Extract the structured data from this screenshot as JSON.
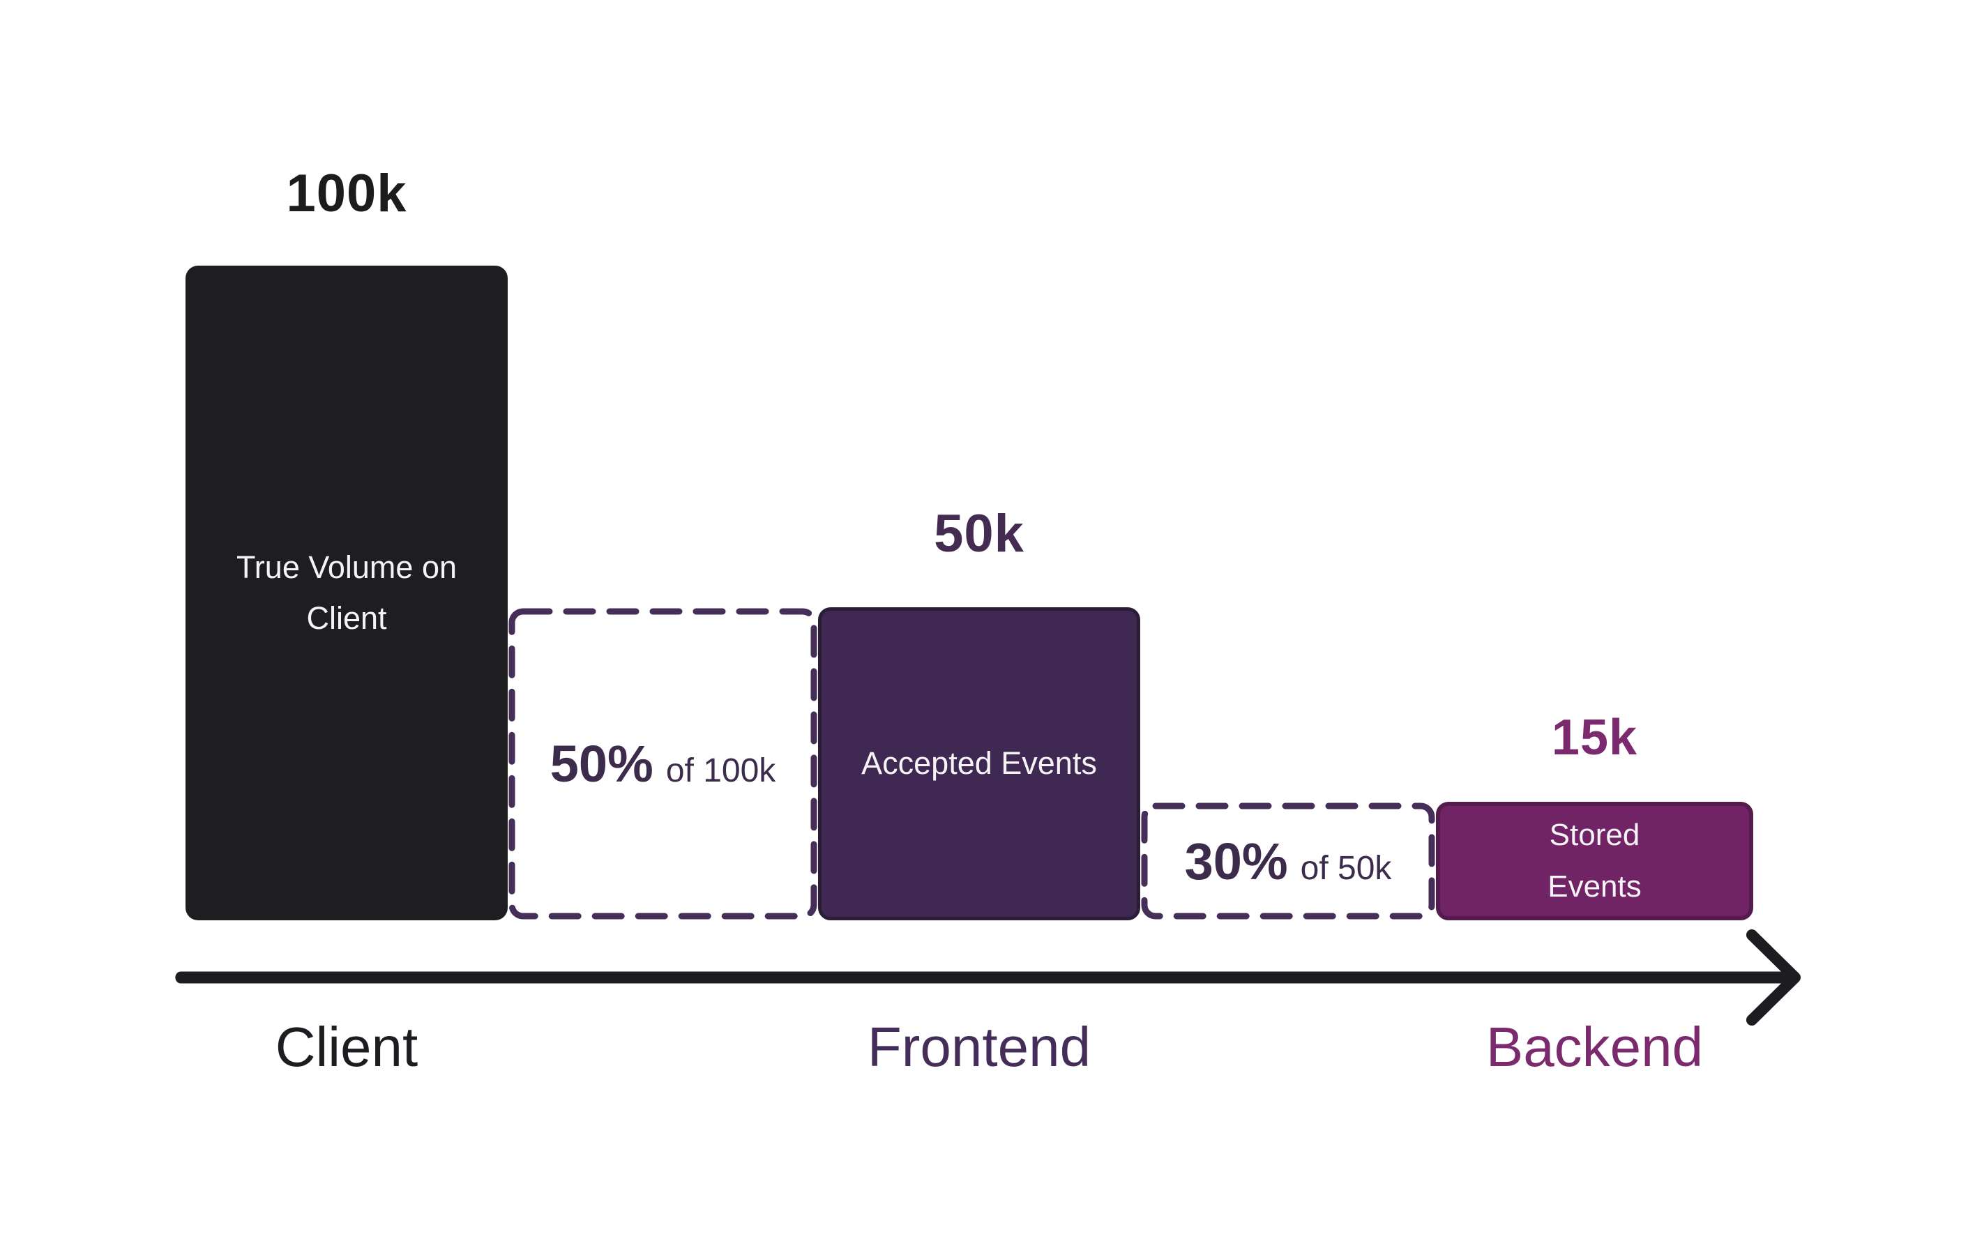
{
  "chart_data": {
    "type": "bar",
    "title": "",
    "xlabel": "",
    "ylabel": "",
    "categories": [
      "Client",
      "Frontend",
      "Backend"
    ],
    "values": [
      100000,
      50000,
      15000
    ],
    "value_labels": [
      "100k",
      "50k",
      "15k"
    ],
    "bar_labels": [
      "True Volume on Client",
      "Accepted Events",
      "Stored Events"
    ],
    "annotations": [
      {
        "between": [
          "Client",
          "Frontend"
        ],
        "text": "50% of 100k"
      },
      {
        "between": [
          "Frontend",
          "Backend"
        ],
        "text": "30% of 50k"
      }
    ],
    "legend": false,
    "grid": false,
    "layout": "funnel of rounded bars along a left-to-right arrow axis"
  },
  "stages": [
    {
      "axis_label": "Client",
      "value_label": "100k",
      "bar_label": "True Volume on Client",
      "bar_color": "#1e1d20"
    },
    {
      "axis_label": "Frontend",
      "value_label": "50k",
      "bar_label": "Accepted Events",
      "bar_color": "#3f2952"
    },
    {
      "axis_label": "Backend",
      "value_label": "15k",
      "bar_label": "Stored Events",
      "bar_color": "#712465"
    }
  ],
  "drops": [
    {
      "percent": "50%",
      "of_text": "of 100k"
    },
    {
      "percent": "30%",
      "of_text": "of 50k"
    }
  ],
  "colors": {
    "background": "#ffffff",
    "client_bar": "#1e1d20",
    "frontend_bar": "#3f2952",
    "frontend_bar_border": "#2b1c38",
    "backend_bar": "#712465",
    "backend_bar_border": "#541b4d",
    "dashed_border": "#452e57",
    "value_100k_text": "#1d1b1e",
    "value_50k_text": "#432b52",
    "value_15k_text": "#7c2a6e",
    "percent_text": "#3c2b4b",
    "axis_client_text": "#1d1c20",
    "axis_frontend_text": "#442d58",
    "axis_backend_text": "#7c2a6e",
    "bar_label_text": "#f5f3f5",
    "arrow": "#1d1c20"
  }
}
